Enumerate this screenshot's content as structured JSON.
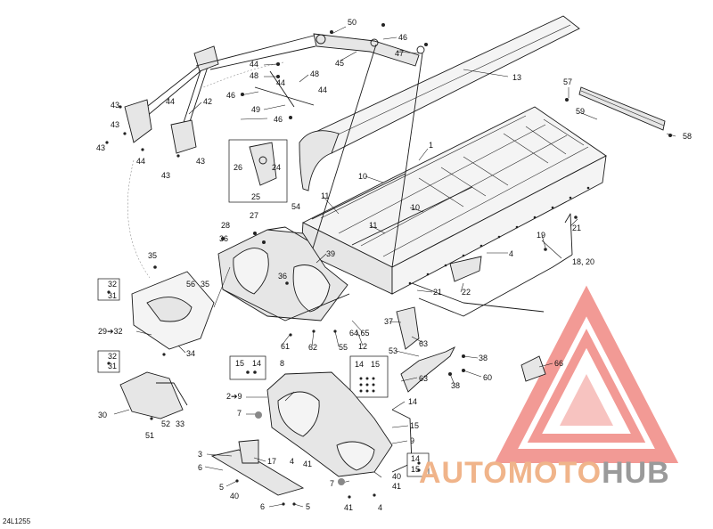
{
  "diagram_code": "24L1255",
  "watermark": {
    "part1": "AUTOMOTO",
    "part2": "HUB",
    "color_logo": "#e8493f",
    "color_text1": "#f0b48a",
    "color_text2": "#9a9a9a"
  },
  "callouts": [
    {
      "id": "c50",
      "text": "50"
    },
    {
      "id": "c46a",
      "text": "46"
    },
    {
      "id": "c47",
      "text": "47"
    },
    {
      "id": "c45",
      "text": "45"
    },
    {
      "id": "c44a",
      "text": "44"
    },
    {
      "id": "c48a",
      "text": "48"
    },
    {
      "id": "c48b",
      "text": "48"
    },
    {
      "id": "c44b",
      "text": "44"
    },
    {
      "id": "c46b",
      "text": "46"
    },
    {
      "id": "c44c",
      "text": "44"
    },
    {
      "id": "c49",
      "text": "49"
    },
    {
      "id": "c46c",
      "text": "46"
    },
    {
      "id": "c13",
      "text": "13"
    },
    {
      "id": "c57",
      "text": "57"
    },
    {
      "id": "c59",
      "text": "59"
    },
    {
      "id": "c58",
      "text": "58"
    },
    {
      "id": "c42",
      "text": "42"
    },
    {
      "id": "c43a",
      "text": "43"
    },
    {
      "id": "c44d",
      "text": "44"
    },
    {
      "id": "c43b",
      "text": "43"
    },
    {
      "id": "c43c",
      "text": "43"
    },
    {
      "id": "c44e",
      "text": "44"
    },
    {
      "id": "c43d",
      "text": "43"
    },
    {
      "id": "c43e",
      "text": "43"
    },
    {
      "id": "c26",
      "text": "26"
    },
    {
      "id": "c24",
      "text": "24"
    },
    {
      "id": "c25",
      "text": "25"
    },
    {
      "id": "c1",
      "text": "1"
    },
    {
      "id": "c10a",
      "text": "10"
    },
    {
      "id": "c10b",
      "text": "10"
    },
    {
      "id": "c11a",
      "text": "11"
    },
    {
      "id": "c11b",
      "text": "11"
    },
    {
      "id": "c54",
      "text": "54"
    },
    {
      "id": "c28",
      "text": "28"
    },
    {
      "id": "c27",
      "text": "27"
    },
    {
      "id": "c36a",
      "text": "36"
    },
    {
      "id": "c19",
      "text": "19"
    },
    {
      "id": "c21a",
      "text": "21"
    },
    {
      "id": "c18",
      "text": "18, 20"
    },
    {
      "id": "c4a",
      "text": "4"
    },
    {
      "id": "c35a",
      "text": "35"
    },
    {
      "id": "c39",
      "text": "39"
    },
    {
      "id": "c32a",
      "text": "32"
    },
    {
      "id": "c31a",
      "text": "31"
    },
    {
      "id": "c56",
      "text": "56"
    },
    {
      "id": "c35b",
      "text": "35"
    },
    {
      "id": "c36b",
      "text": "36"
    },
    {
      "id": "c21b",
      "text": "21"
    },
    {
      "id": "c22",
      "text": "22"
    },
    {
      "id": "c2932",
      "text": "29➔32"
    },
    {
      "id": "c34",
      "text": "34"
    },
    {
      "id": "c37",
      "text": "37"
    },
    {
      "id": "c6465",
      "text": "64,65"
    },
    {
      "id": "c61",
      "text": "61"
    },
    {
      "id": "c62",
      "text": "62"
    },
    {
      "id": "c55",
      "text": "55"
    },
    {
      "id": "c12",
      "text": "12"
    },
    {
      "id": "c63a",
      "text": "63"
    },
    {
      "id": "c53",
      "text": "53"
    },
    {
      "id": "c38a",
      "text": "38"
    },
    {
      "id": "c60",
      "text": "60"
    },
    {
      "id": "c38b",
      "text": "38"
    },
    {
      "id": "c63b",
      "text": "63"
    },
    {
      "id": "c66",
      "text": "66"
    },
    {
      "id": "c32b",
      "text": "32"
    },
    {
      "id": "c31b",
      "text": "31"
    },
    {
      "id": "c15a",
      "text": "15"
    },
    {
      "id": "c14a",
      "text": "14"
    },
    {
      "id": "c8",
      "text": "8"
    },
    {
      "id": "c14b",
      "text": "14"
    },
    {
      "id": "c15b",
      "text": "15"
    },
    {
      "id": "c29",
      "text": "2➔9"
    },
    {
      "id": "c14c",
      "text": "14"
    },
    {
      "id": "c7a",
      "text": "7"
    },
    {
      "id": "c15c",
      "text": "15"
    },
    {
      "id": "c30",
      "text": "30"
    },
    {
      "id": "c52",
      "text": "52"
    },
    {
      "id": "c33",
      "text": "33"
    },
    {
      "id": "c51",
      "text": "51"
    },
    {
      "id": "c9",
      "text": "9"
    },
    {
      "id": "c3",
      "text": "3"
    },
    {
      "id": "c17",
      "text": "17"
    },
    {
      "id": "c4b",
      "text": "4"
    },
    {
      "id": "c41a",
      "text": "41"
    },
    {
      "id": "c6a",
      "text": "6"
    },
    {
      "id": "c14d",
      "text": "14"
    },
    {
      "id": "c15d",
      "text": "15"
    },
    {
      "id": "c5a",
      "text": "5"
    },
    {
      "id": "c40a",
      "text": "40"
    },
    {
      "id": "c7b",
      "text": "7"
    },
    {
      "id": "c40b",
      "text": "40"
    },
    {
      "id": "c41b",
      "text": "41"
    },
    {
      "id": "c6b",
      "text": "6"
    },
    {
      "id": "c5b",
      "text": "5"
    },
    {
      "id": "c41c",
      "text": "41"
    },
    {
      "id": "c4c",
      "text": "4"
    }
  ]
}
